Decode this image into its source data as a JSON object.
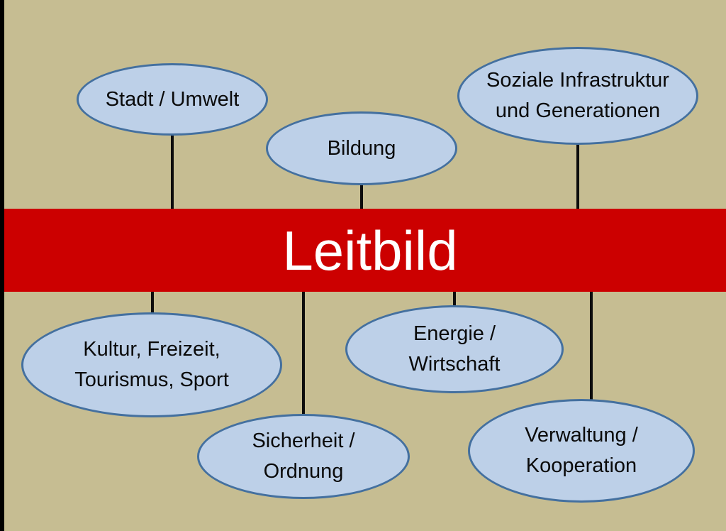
{
  "diagram": {
    "title": "Leitbild",
    "background_color": "#c6bd92",
    "band_color": "#cc0000",
    "band_text_color": "#ffffff",
    "node_fill_color": "#bdd0e8",
    "node_border_color": "#44709f",
    "connector_color": "#0d0d0d",
    "center": {
      "label": "Leitbild"
    },
    "nodes": [
      {
        "id": "stadt-umwelt",
        "label": "Stadt / Umwelt"
      },
      {
        "id": "bildung",
        "label": "Bildung"
      },
      {
        "id": "soziale-infrastruktur",
        "label": "Soziale Infrastruktur\nund Generationen"
      },
      {
        "id": "kultur-freizeit",
        "label": "Kultur, Freizeit,\nTourismus, Sport"
      },
      {
        "id": "sicherheit-ordnung",
        "label": "Sicherheit /\nOrdnung"
      },
      {
        "id": "energie-wirtschaft",
        "label": "Energie /\nWirtschaft"
      },
      {
        "id": "verwaltung-kooperation",
        "label": "Verwaltung /\nKooperation"
      }
    ]
  }
}
